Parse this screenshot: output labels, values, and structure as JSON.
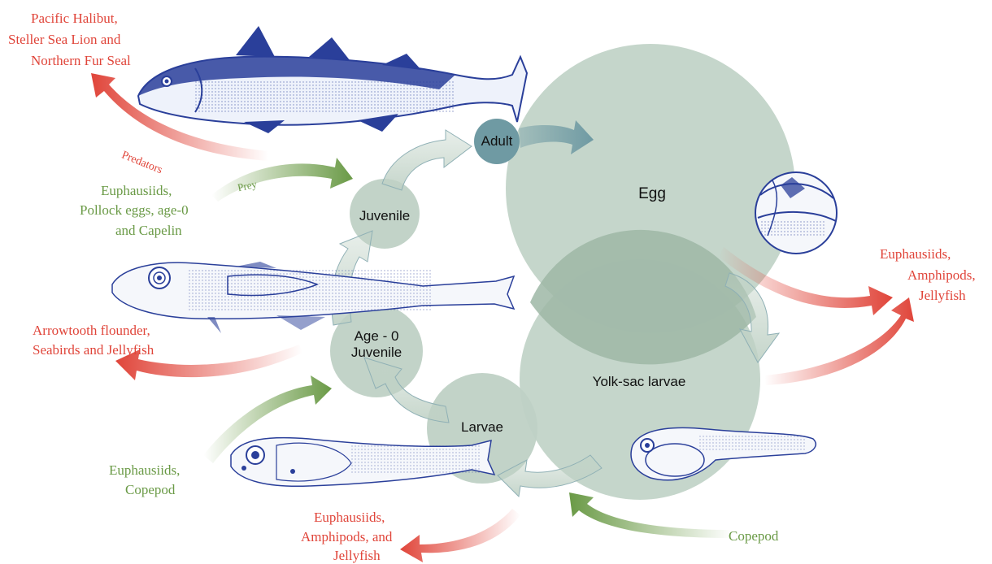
{
  "colors": {
    "stage_fill": "#bfd1c5",
    "overlap_fill": "#9db7a6",
    "adult_fill": "#6f9aa3",
    "predator_red": "#e0453a",
    "prey_green": "#6a9a46",
    "fish_blue": "#2a3f9a"
  },
  "stages": {
    "adult": "Adult",
    "egg": "Egg",
    "yolk_sac": "Yolk-sac larvae",
    "larvae": "Larvae",
    "age0": "Age - 0",
    "age0_sub": "Juvenile",
    "juvenile": "Juvenile"
  },
  "adult_links": {
    "predators_label": "Predators",
    "prey_label": "Prey",
    "predators": [
      "Pacific Halibut,",
      "Steller Sea Lion and",
      "Northern Fur Seal"
    ],
    "prey": [
      "Euphausiids,",
      "Pollock eggs, age-0",
      "and Capelin"
    ]
  },
  "age0_links": {
    "predators": [
      "Arrowtooth flounder,",
      "Seabirds and Jellyfish"
    ],
    "prey": [
      "Euphausiids,",
      "Copepod"
    ]
  },
  "larvae_links": {
    "predators": [
      "Euphausiids,",
      "Amphipods, and",
      "Jellyfish"
    ]
  },
  "egg_links": {
    "predators": [
      "Euphausiids,",
      "Amphipods,",
      "Jellyfish"
    ]
  },
  "yolk_links": {
    "prey": [
      "Copepod"
    ]
  },
  "icons": [
    "adult-pollock-icon",
    "juvenile-pollock-icon",
    "larva-pollock-icon",
    "egg-icon",
    "yolk-sac-larva-icon"
  ]
}
